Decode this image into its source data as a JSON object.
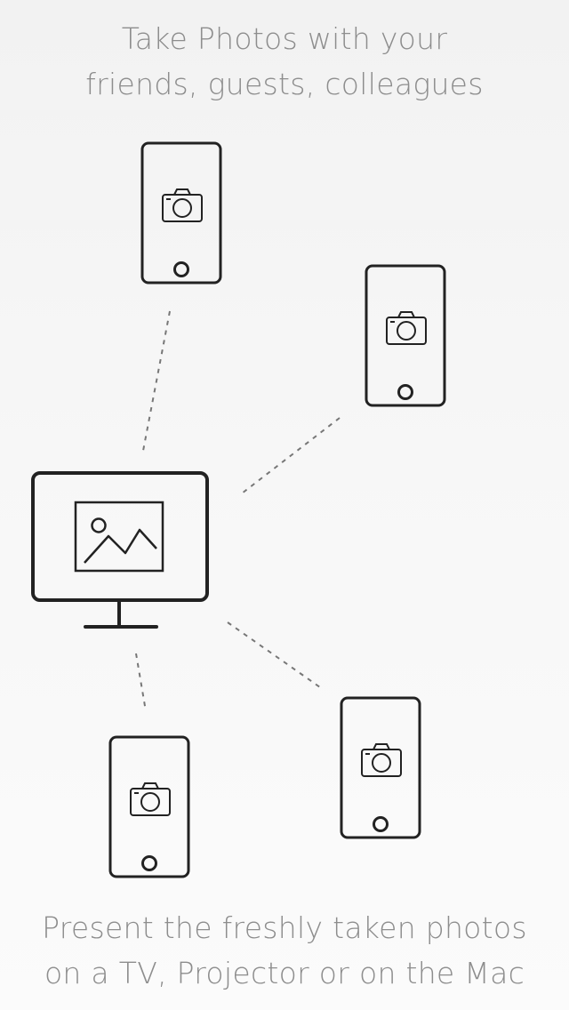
{
  "heading": {
    "line1": "Take Photos with your",
    "line2": "friends, guests, colleagues"
  },
  "footer": {
    "line1": "Present the freshly taken photos",
    "line2": "on a TV, Projector or on the Mac"
  },
  "icons": {
    "phone": "smartphone-icon",
    "camera": "camera-icon",
    "display": "monitor-icon",
    "picture": "image-icon"
  },
  "colors": {
    "text": "#8d8d8d",
    "stroke": "#222222",
    "connector": "#777777"
  }
}
